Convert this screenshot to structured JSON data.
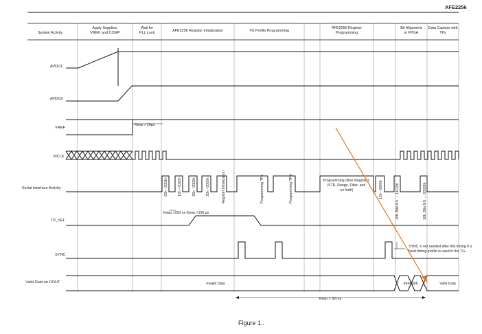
{
  "header": {
    "part_number": "AFE2256"
  },
  "phases": [
    "System Activity",
    "Apply Supplies, VREF, and COMP",
    "Wait for PLL Lock",
    "AFE2256 Register Initialization",
    "TG Profile Programming",
    "AFE2256 Register Programming",
    "Bit Alignment in FPGA",
    "Data Capture with TPs"
  ],
  "signals": [
    "AVDD1",
    "AVDD2",
    "VREF",
    "MCLK",
    "Serial Interface Activity",
    "TP_SEL",
    "SYNC",
    "Valid Data on DOUT"
  ],
  "annotations": {
    "keep_20us": "Keep > 20µs",
    "keep_200ns": "Keep >200 ns",
    "keep_100us": "Keep >100 µs",
    "keep_30ms": "Keep > 30 ms",
    "programming_other": "Programming other Registers (STR, Range, Filter, and so forth)",
    "sync_note": "SYNC is not needed after this timing if a fixed timing profile is used in the TG.",
    "invalid_data": "Invalid Data",
    "fff000h": "FFF000h",
    "valid_data": "Valid Data"
  },
  "serial_words": {
    "w1": "00h - 0001h",
    "w2": "13h - 0020h",
    "w3": "30h - 0002h",
    "w4": "30h - 0000h",
    "reg_init": "Register Initialization",
    "prog_tps_1": "Programming TPs",
    "prog_tps_2": "Programming TPS",
    "w5": "13h - 0000h",
    "w6": "10h, Bits 9-5 → 11110b",
    "w7": "10h, Bits 9-5 → 00000b"
  },
  "caption": "Figure 1.."
}
